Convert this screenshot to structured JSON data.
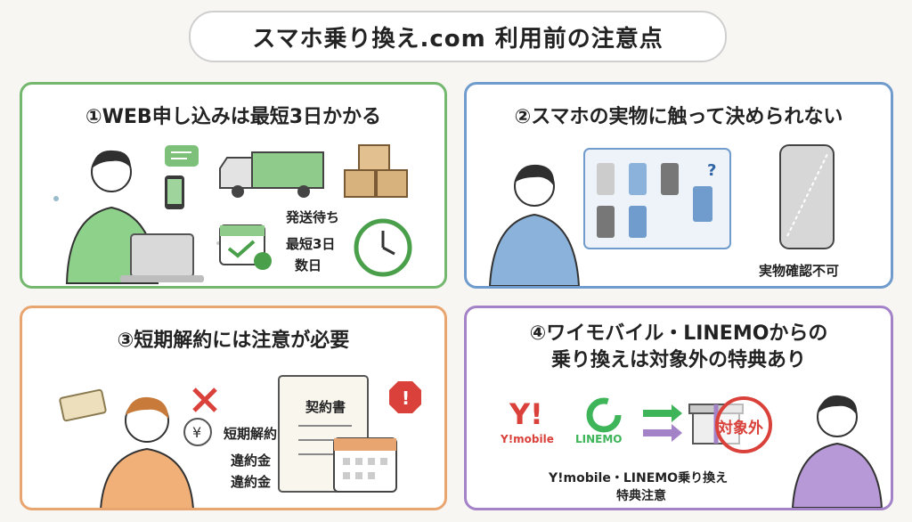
{
  "title": "スマホ乗り換え.com 利用前の注意点",
  "cards": [
    {
      "title": "①WEB申し込みは最短3日かかる",
      "labels": {
        "waiting": "発送待ち",
        "shortest": "最短3日",
        "days": "数日"
      }
    },
    {
      "title": "②スマホの実物に触って決められない",
      "labels": {
        "no_check": "実物確認不可"
      }
    },
    {
      "title": "③短期解約には注意が必要",
      "labels": {
        "contract": "契約書",
        "short_cancel": "短期解約",
        "penalty1": "違約金",
        "penalty2": "違約金"
      }
    },
    {
      "title_line1": "④ワイモバイル・LINEMOからの",
      "title_line2": "乗り換えは対象外の特典あり",
      "labels": {
        "ymobile_logo": "Y!",
        "ymobile": "Y!mobile",
        "linemo": "LINEMO",
        "excluded": "対象外",
        "note_line1": "Y!mobile・LINEMO乗り換え",
        "note_line2": "特典注意"
      }
    }
  ],
  "colors": {
    "green": "#74b86f",
    "blue": "#6f9ccc",
    "orange": "#e9a56f",
    "purple": "#a482c8",
    "red": "#d9413a"
  }
}
